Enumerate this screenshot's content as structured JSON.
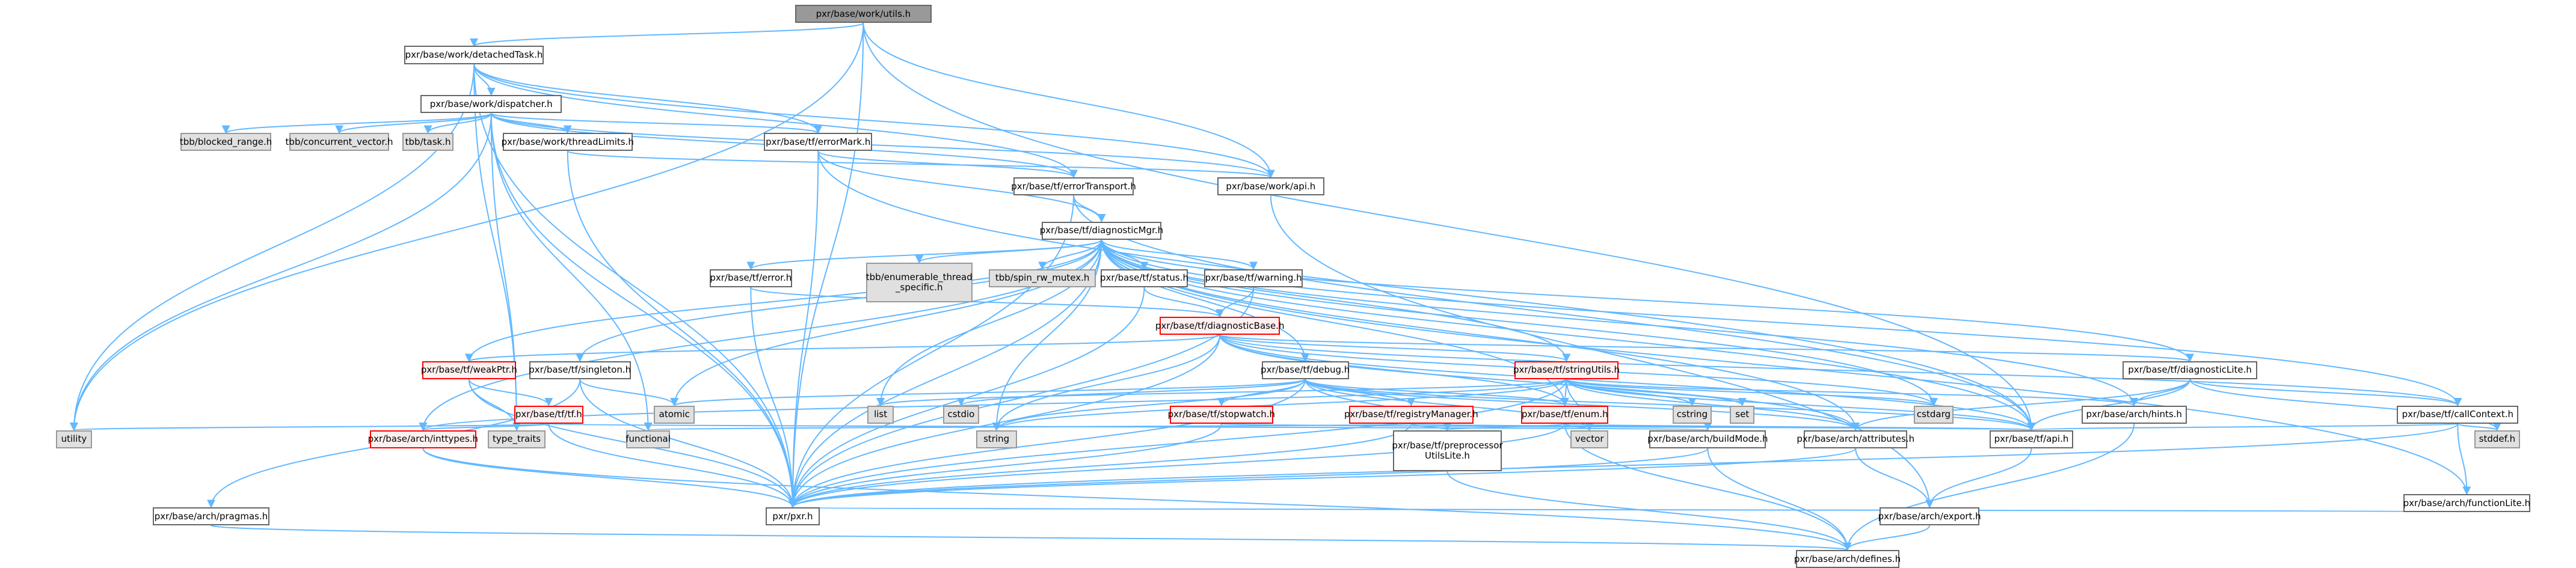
{
  "title": "pxr/base/work/utils.h include dependency graph",
  "colors": {
    "edge": "#63b8ff",
    "node_border": "#666666",
    "node_fill": "#ffffff",
    "system_fill": "#e0e0e0",
    "truncated_border": "#ff0000",
    "truncated_fill": "#fff0f0",
    "root_fill": "#999999"
  },
  "nodes": [
    {
      "id": "utils",
      "label": "pxr/base/work/utils.h",
      "kind": "root"
    },
    {
      "id": "detachedTask",
      "label": "pxr/base/work/detachedTask.h",
      "kind": "normal"
    },
    {
      "id": "dispatcher",
      "label": "pxr/base/work/dispatcher.h",
      "kind": "normal"
    },
    {
      "id": "blocked_range",
      "label": "tbb/blocked_range.h",
      "kind": "system"
    },
    {
      "id": "concurrent_vector",
      "label": "tbb/concurrent_vector.h",
      "kind": "system"
    },
    {
      "id": "task",
      "label": "tbb/task.h",
      "kind": "system"
    },
    {
      "id": "threadLimits",
      "label": "pxr/base/work/threadLimits.h",
      "kind": "normal"
    },
    {
      "id": "errorMark",
      "label": "pxr/base/tf/errorMark.h",
      "kind": "normal"
    },
    {
      "id": "errorTransport",
      "label": "pxr/base/tf/errorTransport.h",
      "kind": "normal"
    },
    {
      "id": "workApi",
      "label": "pxr/base/work/api.h",
      "kind": "normal"
    },
    {
      "id": "diagnosticMgr",
      "label": "pxr/base/tf/diagnosticMgr.h",
      "kind": "normal"
    },
    {
      "id": "error",
      "label": "pxr/base/tf/error.h",
      "kind": "normal"
    },
    {
      "id": "ets",
      "label": "tbb/enumerable_thread\n_specific.h",
      "kind": "system"
    },
    {
      "id": "spin",
      "label": "tbb/spin_rw_mutex.h",
      "kind": "system"
    },
    {
      "id": "status",
      "label": "pxr/base/tf/status.h",
      "kind": "normal"
    },
    {
      "id": "warning",
      "label": "pxr/base/tf/warning.h",
      "kind": "normal"
    },
    {
      "id": "diagnosticBase",
      "label": "pxr/base/tf/diagnosticBase.h",
      "kind": "truncated"
    },
    {
      "id": "weakPtr",
      "label": "pxr/base/tf/weakPtr.h",
      "kind": "truncated"
    },
    {
      "id": "singleton",
      "label": "pxr/base/tf/singleton.h",
      "kind": "normal"
    },
    {
      "id": "debug",
      "label": "pxr/base/tf/debug.h",
      "kind": "normal"
    },
    {
      "id": "stringUtils",
      "label": "pxr/base/tf/stringUtils.h",
      "kind": "truncated"
    },
    {
      "id": "diagnosticLite",
      "label": "pxr/base/tf/diagnosticLite.h",
      "kind": "normal"
    },
    {
      "id": "tf",
      "label": "pxr/base/tf/tf.h",
      "kind": "truncated"
    },
    {
      "id": "atomic",
      "label": "atomic",
      "kind": "system"
    },
    {
      "id": "list",
      "label": "list",
      "kind": "system"
    },
    {
      "id": "cstdio",
      "label": "cstdio",
      "kind": "system"
    },
    {
      "id": "stopwatch",
      "label": "pxr/base/tf/stopwatch.h",
      "kind": "truncated"
    },
    {
      "id": "registryManager",
      "label": "pxr/base/tf/registryManager.h",
      "kind": "truncated"
    },
    {
      "id": "enum",
      "label": "pxr/base/tf/enum.h",
      "kind": "truncated"
    },
    {
      "id": "cstring",
      "label": "cstring",
      "kind": "system"
    },
    {
      "id": "set",
      "label": "set",
      "kind": "system"
    },
    {
      "id": "cstdarg",
      "label": "cstdarg",
      "kind": "system"
    },
    {
      "id": "hints",
      "label": "pxr/base/arch/hints.h",
      "kind": "normal"
    },
    {
      "id": "callContext",
      "label": "pxr/base/tf/callContext.h",
      "kind": "normal"
    },
    {
      "id": "utility",
      "label": "utility",
      "kind": "system"
    },
    {
      "id": "inttypes",
      "label": "pxr/base/arch/inttypes.h",
      "kind": "truncated"
    },
    {
      "id": "type_traits",
      "label": "type_traits",
      "kind": "system"
    },
    {
      "id": "functional",
      "label": "functional",
      "kind": "system"
    },
    {
      "id": "string",
      "label": "string",
      "kind": "system"
    },
    {
      "id": "preproc",
      "label": "pxr/base/tf/preprocessor\nUtilsLite.h",
      "kind": "normal"
    },
    {
      "id": "vector",
      "label": "vector",
      "kind": "system"
    },
    {
      "id": "buildMode",
      "label": "pxr/base/arch/buildMode.h",
      "kind": "normal"
    },
    {
      "id": "attributes",
      "label": "pxr/base/arch/attributes.h",
      "kind": "normal"
    },
    {
      "id": "tfApi",
      "label": "pxr/base/tf/api.h",
      "kind": "normal"
    },
    {
      "id": "stddef",
      "label": "stddef.h",
      "kind": "system"
    },
    {
      "id": "pragmas",
      "label": "pxr/base/arch/pragmas.h",
      "kind": "normal"
    },
    {
      "id": "pxr",
      "label": "pxr/pxr.h",
      "kind": "normal"
    },
    {
      "id": "export",
      "label": "pxr/base/arch/export.h",
      "kind": "normal"
    },
    {
      "id": "functionLite",
      "label": "pxr/base/arch/functionLite.h",
      "kind": "normal"
    },
    {
      "id": "defines",
      "label": "pxr/base/arch/defines.h",
      "kind": "normal"
    }
  ],
  "edges": [
    [
      "utils",
      "detachedTask"
    ],
    [
      "utils",
      "utility"
    ],
    [
      "utils",
      "pxr"
    ],
    [
      "utils",
      "workApi"
    ],
    [
      "utils",
      "tfApi"
    ],
    [
      "detachedTask",
      "dispatcher"
    ],
    [
      "detachedTask",
      "errorMark"
    ],
    [
      "detachedTask",
      "workApi"
    ],
    [
      "detachedTask",
      "pxr"
    ],
    [
      "detachedTask",
      "utility"
    ],
    [
      "detachedTask",
      "type_traits"
    ],
    [
      "detachedTask",
      "errorTransport"
    ],
    [
      "dispatcher",
      "blocked_range"
    ],
    [
      "dispatcher",
      "concurrent_vector"
    ],
    [
      "dispatcher",
      "task"
    ],
    [
      "dispatcher",
      "threadLimits"
    ],
    [
      "dispatcher",
      "errorMark"
    ],
    [
      "dispatcher",
      "errorTransport"
    ],
    [
      "dispatcher",
      "workApi"
    ],
    [
      "dispatcher",
      "pxr"
    ],
    [
      "dispatcher",
      "utility"
    ],
    [
      "dispatcher",
      "type_traits"
    ],
    [
      "dispatcher",
      "functional"
    ],
    [
      "threadLimits",
      "workApi"
    ],
    [
      "threadLimits",
      "pxr"
    ],
    [
      "errorMark",
      "diagnosticMgr"
    ],
    [
      "errorMark",
      "errorTransport"
    ],
    [
      "errorMark",
      "pxr"
    ],
    [
      "errorMark",
      "tfApi"
    ],
    [
      "errorTransport",
      "diagnosticMgr"
    ],
    [
      "errorTransport",
      "pxr"
    ],
    [
      "errorTransport",
      "tfApi"
    ],
    [
      "workApi",
      "export"
    ],
    [
      "diagnosticMgr",
      "error"
    ],
    [
      "diagnosticMgr",
      "ets"
    ],
    [
      "diagnosticMgr",
      "spin"
    ],
    [
      "diagnosticMgr",
      "status"
    ],
    [
      "diagnosticMgr",
      "warning"
    ],
    [
      "diagnosticMgr",
      "debug"
    ],
    [
      "diagnosticMgr",
      "stringUtils"
    ],
    [
      "diagnosticMgr",
      "diagnosticLite"
    ],
    [
      "diagnosticMgr",
      "weakPtr"
    ],
    [
      "diagnosticMgr",
      "singleton"
    ],
    [
      "diagnosticMgr",
      "atomic"
    ],
    [
      "diagnosticMgr",
      "list"
    ],
    [
      "diagnosticMgr",
      "string"
    ],
    [
      "diagnosticMgr",
      "cstdarg"
    ],
    [
      "diagnosticMgr",
      "hints"
    ],
    [
      "diagnosticMgr",
      "callContext"
    ],
    [
      "diagnosticMgr",
      "inttypes"
    ],
    [
      "diagnosticMgr",
      "attributes"
    ],
    [
      "diagnosticMgr",
      "tfApi"
    ],
    [
      "diagnosticMgr",
      "functionLite"
    ],
    [
      "diagnosticMgr",
      "pxr"
    ],
    [
      "diagnosticMgr",
      "enum"
    ],
    [
      "error",
      "diagnosticBase"
    ],
    [
      "error",
      "pxr"
    ],
    [
      "status",
      "diagnosticBase"
    ],
    [
      "status",
      "pxr"
    ],
    [
      "warning",
      "diagnosticBase"
    ],
    [
      "warning",
      "pxr"
    ],
    [
      "diagnosticBase",
      "diagnosticLite"
    ],
    [
      "diagnosticBase",
      "weakPtr"
    ],
    [
      "diagnosticBase",
      "enum"
    ],
    [
      "diagnosticBase",
      "stringUtils"
    ],
    [
      "diagnosticBase",
      "callContext"
    ],
    [
      "diagnosticBase",
      "string"
    ],
    [
      "diagnosticBase",
      "cstdarg"
    ],
    [
      "diagnosticBase",
      "pxr"
    ],
    [
      "diagnosticBase",
      "attributes"
    ],
    [
      "diagnosticBase",
      "tfApi"
    ],
    [
      "weakPtr",
      "tf"
    ],
    [
      "weakPtr",
      "type_traits"
    ],
    [
      "weakPtr",
      "pxr"
    ],
    [
      "singleton",
      "atomic"
    ],
    [
      "singleton",
      "pragmas"
    ],
    [
      "singleton",
      "pxr"
    ],
    [
      "debug",
      "cstdio"
    ],
    [
      "debug",
      "stopwatch"
    ],
    [
      "debug",
      "registryManager"
    ],
    [
      "debug",
      "enum"
    ],
    [
      "debug",
      "atomic"
    ],
    [
      "debug",
      "string"
    ],
    [
      "debug",
      "vector"
    ],
    [
      "debug",
      "attributes"
    ],
    [
      "debug",
      "tfApi"
    ],
    [
      "debug",
      "preproc"
    ],
    [
      "debug",
      "pxr"
    ],
    [
      "stringUtils",
      "enum"
    ],
    [
      "stringUtils",
      "cstring"
    ],
    [
      "stringUtils",
      "set"
    ],
    [
      "stringUtils",
      "cstdarg"
    ],
    [
      "stringUtils",
      "vector"
    ],
    [
      "stringUtils",
      "string"
    ],
    [
      "stringUtils",
      "list"
    ],
    [
      "stringUtils",
      "hints"
    ],
    [
      "stringUtils",
      "attributes"
    ],
    [
      "stringUtils",
      "tfApi"
    ],
    [
      "stringUtils",
      "inttypes"
    ],
    [
      "stringUtils",
      "pxr"
    ],
    [
      "diagnosticLite",
      "hints"
    ],
    [
      "diagnosticLite",
      "callContext"
    ],
    [
      "diagnosticLite",
      "stddef"
    ],
    [
      "diagnosticLite",
      "tfApi"
    ],
    [
      "diagnosticLite",
      "attributes"
    ],
    [
      "tf",
      "utility"
    ],
    [
      "tf",
      "inttypes"
    ],
    [
      "tf",
      "pxr"
    ],
    [
      "tf",
      "buildMode"
    ],
    [
      "stopwatch",
      "pxr"
    ],
    [
      "stopwatch",
      "tfApi"
    ],
    [
      "registryManager",
      "preproc"
    ],
    [
      "registryManager",
      "functional"
    ],
    [
      "registryManager",
      "pxr"
    ],
    [
      "registryManager",
      "tfApi"
    ],
    [
      "enum",
      "vector"
    ],
    [
      "enum",
      "preproc"
    ],
    [
      "enum",
      "pxr"
    ],
    [
      "enum",
      "tfApi"
    ],
    [
      "enum",
      "defines"
    ],
    [
      "hints",
      "defines"
    ],
    [
      "callContext",
      "stddef"
    ],
    [
      "callContext",
      "functionLite"
    ],
    [
      "callContext",
      "tfApi"
    ],
    [
      "callContext",
      "pxr"
    ],
    [
      "inttypes",
      "pxr"
    ],
    [
      "inttypes",
      "defines"
    ],
    [
      "preproc",
      "defines"
    ],
    [
      "buildMode",
      "defines"
    ],
    [
      "buildMode",
      "pxr"
    ],
    [
      "attributes",
      "export"
    ],
    [
      "attributes",
      "pxr"
    ],
    [
      "tfApi",
      "export"
    ],
    [
      "pragmas",
      "defines"
    ],
    [
      "export",
      "defines"
    ],
    [
      "functionLite",
      "pxr"
    ]
  ]
}
